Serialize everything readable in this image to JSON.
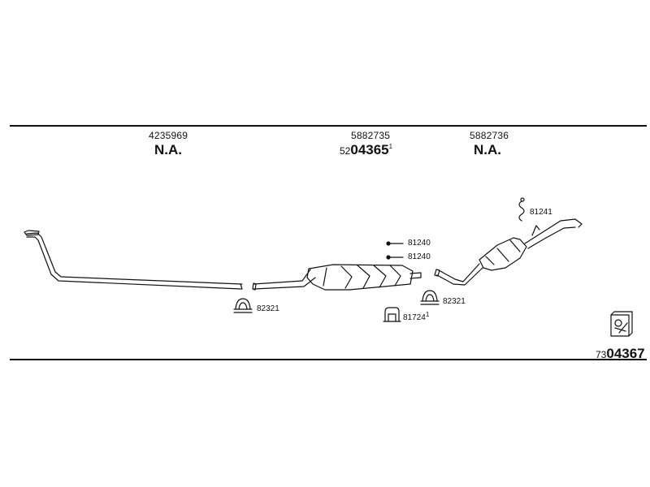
{
  "top_labels": [
    {
      "number": "4235969",
      "status": "N.A."
    },
    {
      "number": "5882735",
      "prefix": "52",
      "main": "04365",
      "sup": "1"
    },
    {
      "number": "5882736",
      "status": "N.A."
    }
  ],
  "callouts": {
    "clamp_left": "82321",
    "clamp_right": "82321",
    "bolt_top": "81240",
    "bolt_bottom": "81240",
    "hanger_bottom": "81724",
    "hanger_bottom_sup": "1",
    "hanger_top": "81241"
  },
  "drawing": {
    "prefix": "73",
    "number": "04367",
    "icon": "exhaust-system-book-icon"
  }
}
